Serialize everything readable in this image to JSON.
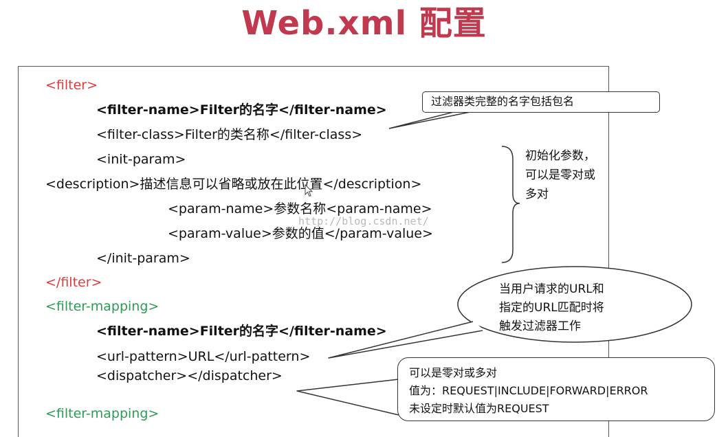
{
  "slide": {
    "title": "Web.xml 配置"
  },
  "code": {
    "filter_open": "<filter>",
    "filter_name": "<filter-name>Filter的名字</filter-name>",
    "filter_class": "<filter-class>Filter的类名称</filter-class>",
    "init_param_open": "<init-param>",
    "description": "<description>描述信息可以省略或放在此位置</description>",
    "param_name": "<param-name>参数名称<param-name>",
    "param_value": "<param-value>参数的值</param-value>",
    "init_param_close": "</init-param>",
    "filter_close": "</filter>",
    "filter_mapping_open": "<filter-mapping>",
    "mapping_filter_name": "<filter-name>Filter的名字</filter-name>",
    "url_pattern": "<url-pattern>URL</url-pattern>",
    "dispatcher": "<dispatcher></dispatcher>",
    "filter_mapping_close": "<filter-mapping>"
  },
  "notes": {
    "class_note": "过滤器类完整的名字包括包名",
    "init_note": [
      "初始化参数，",
      "可以是零对或",
      "多对"
    ],
    "url_note": [
      "当用户请求的URL和",
      "指定的URL匹配时将",
      "触发过滤器工作"
    ],
    "dispatcher_note": [
      "可以是零对或多对",
      "值为：REQUEST|INCLUDE|FORWARD|ERROR",
      "未设定时默认值为REQUEST"
    ]
  },
  "watermark": "http://blog.csdn.net/",
  "colors": {
    "title": "#c0394f",
    "tag_red": "#e03a3a",
    "tag_green": "#2f9a55"
  }
}
